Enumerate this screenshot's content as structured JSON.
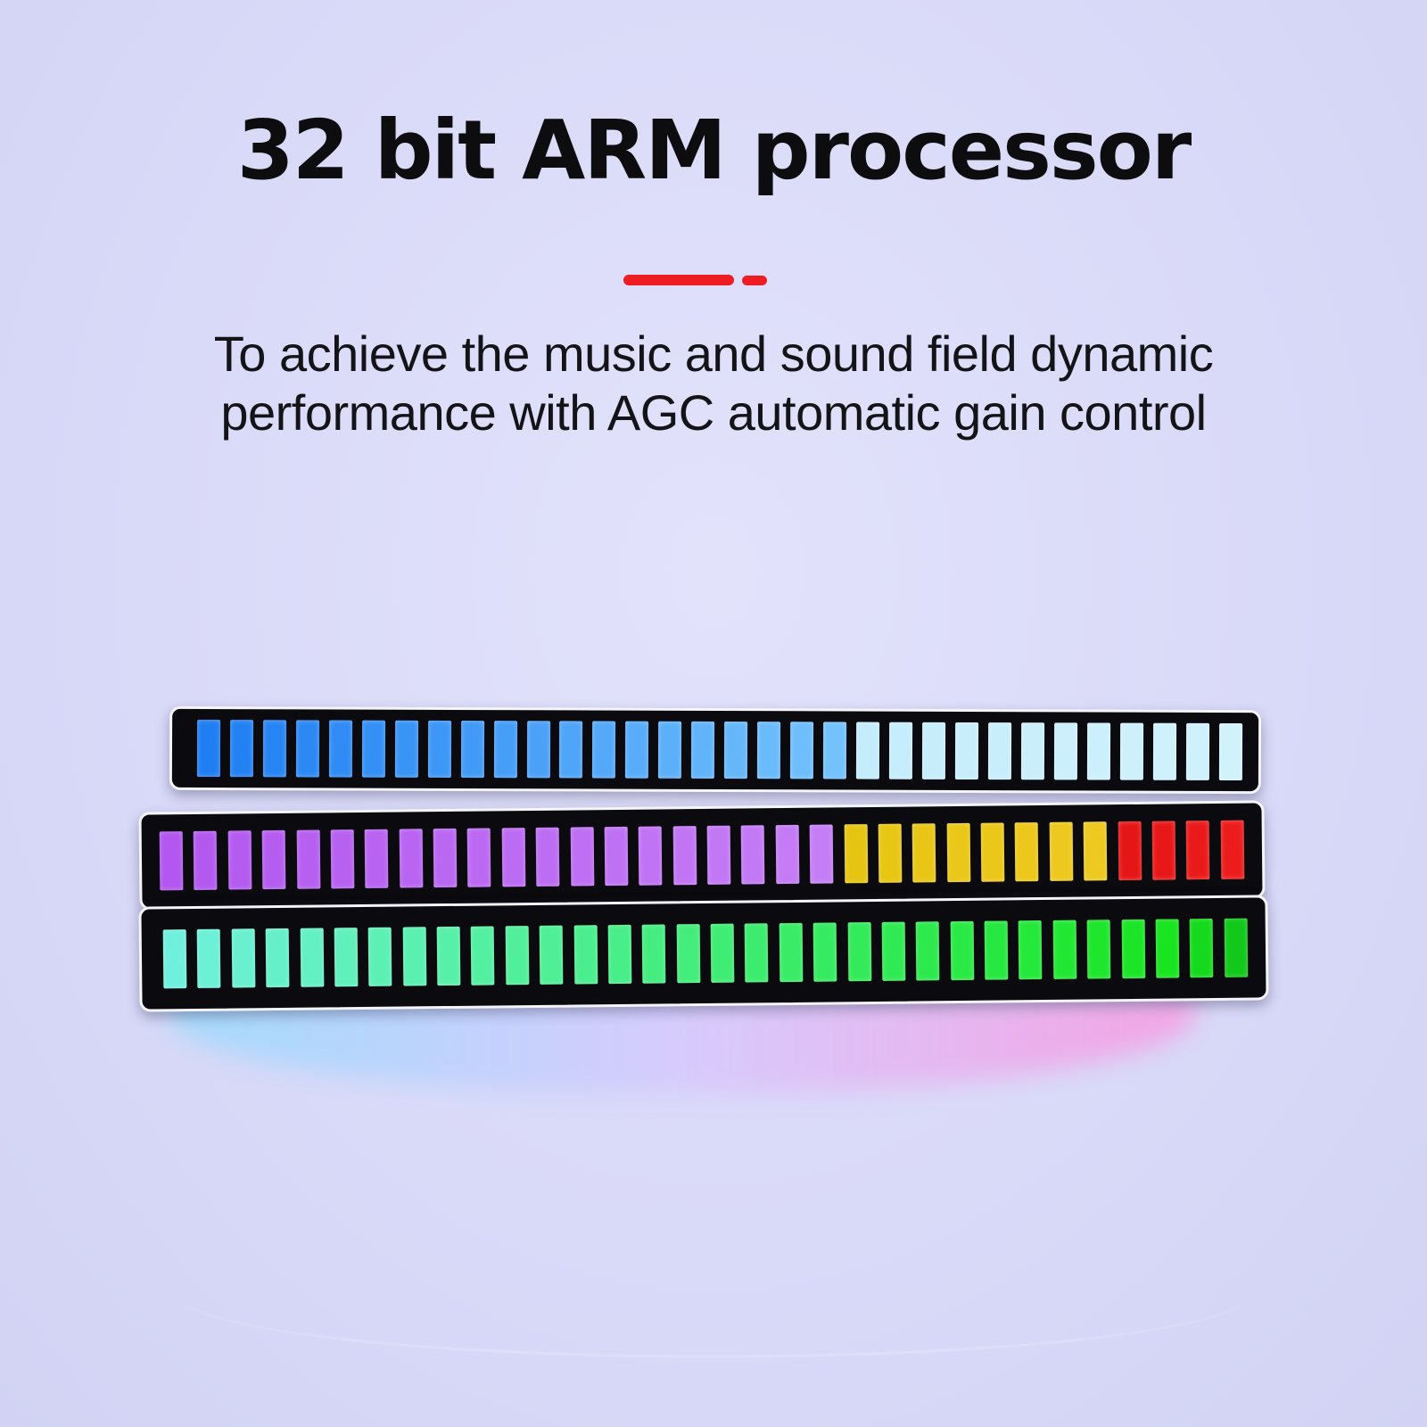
{
  "header": {
    "title": "32 bit ARM processor",
    "subtitle_lines": [
      "To achieve the music and sound field dynamic",
      "performance with AGC automatic gain control"
    ]
  },
  "accent_color": "#ee1d24",
  "led_bars": [
    {
      "name": "blue-bar",
      "segment_count": 32,
      "colors": [
        "#1f7ef2",
        "#2382f3",
        "#2785f3",
        "#2c89f4",
        "#308cf4",
        "#3490f5",
        "#3894f5",
        "#3d97f6",
        "#419bf6",
        "#469ef7",
        "#4aa1f7",
        "#4fa5f8",
        "#53a8f8",
        "#58acf9",
        "#5cb0f9",
        "#61b3fa",
        "#65b7fa",
        "#6abbfb",
        "#6ebefb",
        "#73c2fc",
        "#c4ecfb",
        "#c6edfb",
        "#c7edfb",
        "#c8eefb",
        "#c9eefb",
        "#caeffb",
        "#cbeffb",
        "#ccf0fb",
        "#cdf0fb",
        "#cef1fb",
        "#cff1fb",
        "#d0f2fb"
      ]
    },
    {
      "name": "purple-yellow-red-bar",
      "segment_count": 32,
      "colors": [
        "#b257ef",
        "#b359ef",
        "#b45bf0",
        "#b55df0",
        "#b65ff1",
        "#b761f1",
        "#b863f1",
        "#b965f2",
        "#ba67f2",
        "#bb69f2",
        "#bc6bf3",
        "#bd6df3",
        "#be6ff3",
        "#bf71f4",
        "#c073f4",
        "#c175f4",
        "#c277f5",
        "#c379f5",
        "#c47bf5",
        "#c57df6",
        "#e6c512",
        "#e8c614",
        "#e9c616",
        "#eac718",
        "#ebc71a",
        "#ecc81c",
        "#edc81e",
        "#eec920",
        "#e51616",
        "#e81818",
        "#ea1a1a",
        "#ec1c1c"
      ]
    },
    {
      "name": "cyan-green-bar",
      "segment_count": 32,
      "colors": [
        "#6ff0dc",
        "#6cf0d6",
        "#69f0cf",
        "#66f0c9",
        "#63f0c2",
        "#60f0bc",
        "#5df0b5",
        "#5af0af",
        "#57f0a8",
        "#54f0a2",
        "#51ef9b",
        "#4eef95",
        "#4bee8e",
        "#48ee88",
        "#45ed81",
        "#42ed7b",
        "#3fec74",
        "#3cec6e",
        "#39eb67",
        "#36eb61",
        "#33ea5a",
        "#30ea54",
        "#2de94d",
        "#2ae947",
        "#27e840",
        "#24e83a",
        "#21e733",
        "#1ee62d",
        "#1be526",
        "#18e420",
        "#15d91c",
        "#12c81a"
      ]
    }
  ]
}
